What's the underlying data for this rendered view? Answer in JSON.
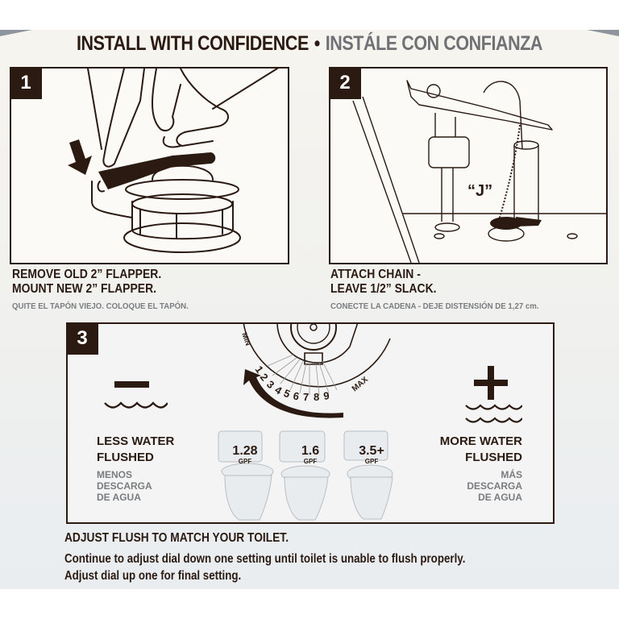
{
  "header": {
    "title_en": "INSTALL WITH CONFIDENCE",
    "separator": "•",
    "title_es": "INSTÁLE CON CONFIANZA"
  },
  "steps": [
    {
      "number": "1",
      "caption_en_line1": "REMOVE OLD 2” FLAPPER.",
      "caption_en_line2": "MOUNT NEW 2” FLAPPER.",
      "caption_es": "QUITE EL TAPÓN VIEJO. COLOQUE EL TAPÓN.",
      "illustration": "hand-mounting-flapper"
    },
    {
      "number": "2",
      "caption_en_line1": "ATTACH CHAIN -",
      "caption_en_line2": "LEAVE 1/2” SLACK.",
      "caption_es": "CONECTE LA CADENA - DEJE DISTENSIÓN DE 1,27 cm.",
      "chain_label": "“J”",
      "illustration": "fill-valve-chain-flapper"
    },
    {
      "number": "3",
      "dial": {
        "min_label": "MIN",
        "max_label": "MAX",
        "settings": [
          "1",
          "2",
          "3",
          "4",
          "5",
          "6",
          "7",
          "8",
          "9"
        ]
      },
      "less": {
        "symbol": "minus",
        "label_en_line1": "LESS WATER",
        "label_en_line2": "FLUSHED",
        "label_es_line1": "MENOS",
        "label_es_line2": "DESCARGA",
        "label_es_line3": "DE AGUA"
      },
      "more": {
        "symbol": "plus",
        "label_en_line1": "MORE WATER",
        "label_en_line2": "FLUSHED",
        "label_es_line1": "MÁS",
        "label_es_line2": "DESCARGA",
        "label_es_line3": "DE AGUA"
      },
      "toilets": [
        {
          "value": "1.28",
          "unit": "GPF"
        },
        {
          "value": "1.6",
          "unit": "GPF"
        },
        {
          "value": "3.5+",
          "unit": "GPF"
        }
      ]
    }
  ],
  "footer": {
    "heading": "ADJUST FLUSH TO MATCH YOUR TOILET.",
    "line1": "Continue to adjust dial down one setting until toilet is unable to flush properly.",
    "line2": "Adjust dial up one for final setting."
  },
  "colors": {
    "ink": "#2b1a12",
    "spanish_gray": "#7a7c80",
    "panel_bg": "#fbfaf6"
  }
}
